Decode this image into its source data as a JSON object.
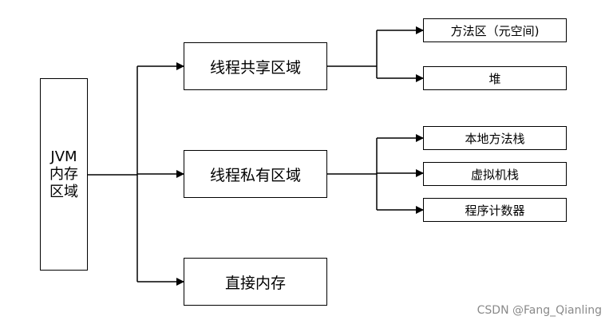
{
  "root": {
    "label": "JVM\n内存\n区域"
  },
  "regions": {
    "shared": {
      "label": "线程共享区域"
    },
    "private": {
      "label": "线程私有区域"
    },
    "direct": {
      "label": "直接内存"
    }
  },
  "shared_items": [
    {
      "label": "方法区（元空间)"
    },
    {
      "label": "堆"
    }
  ],
  "private_items": [
    {
      "label": "本地方法栈"
    },
    {
      "label": "虚拟机栈"
    },
    {
      "label": "程序计数器"
    }
  ],
  "watermark": "CSDN @Fang_Qianling"
}
